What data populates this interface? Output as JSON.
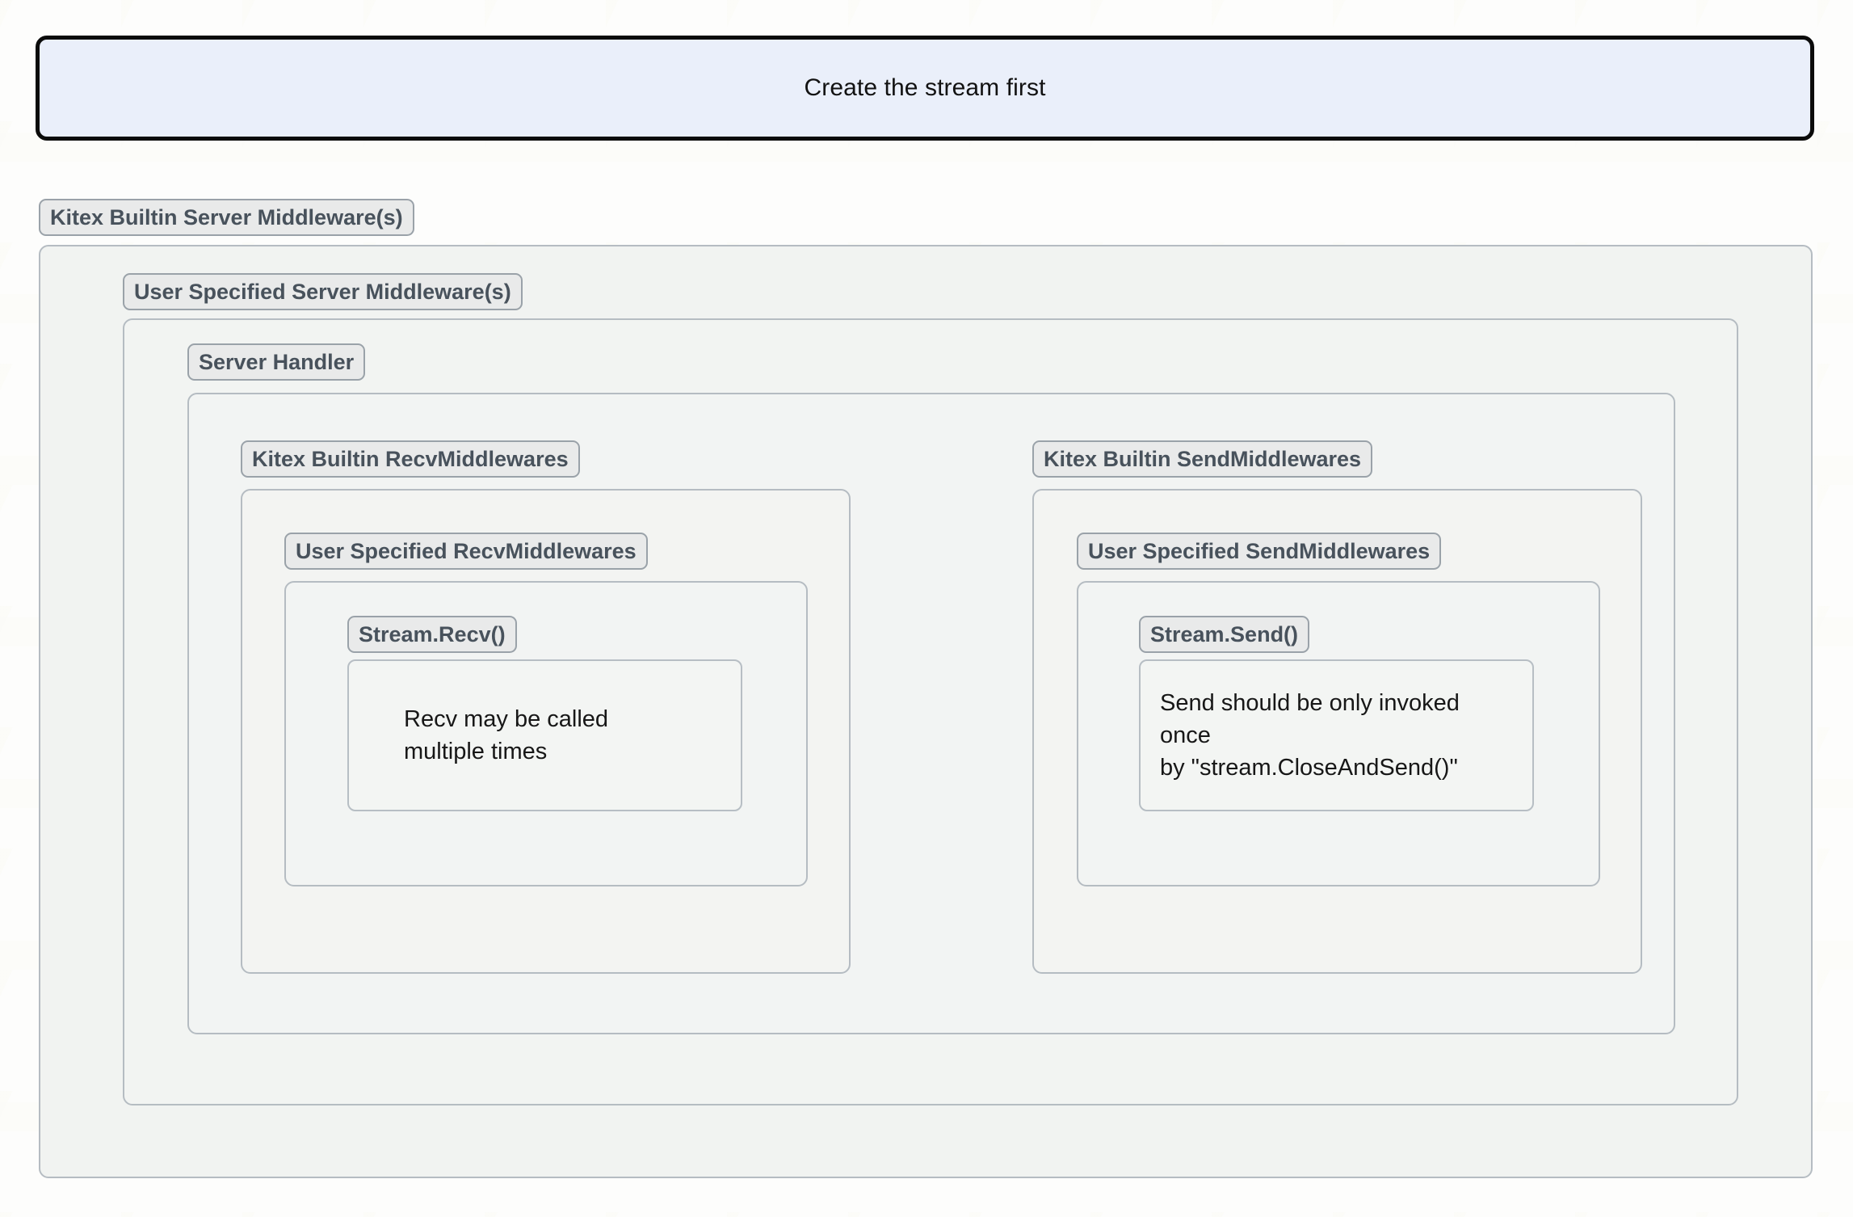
{
  "diagram": {
    "top_note": {
      "text": "Create the stream first",
      "fill_color": "#eaeffa",
      "border_color": "#0b0b0b"
    },
    "groups": {
      "kitex_builtin_server_mw": {
        "label": "Kitex Builtin Server Middleware(s)"
      },
      "user_specified_server_mw": {
        "label": "User Specified Server Middleware(s)"
      },
      "server_handler": {
        "label": "Server Handler"
      },
      "kitex_builtin_recv_mw": {
        "label": "Kitex Builtin RecvMiddlewares"
      },
      "user_specified_recv_mw": {
        "label": "User Specified RecvMiddlewares"
      },
      "stream_recv": {
        "label": "Stream.Recv()"
      },
      "kitex_builtin_send_mw": {
        "label": "Kitex Builtin SendMiddlewares"
      },
      "user_specified_send_mw": {
        "label": "User Specified SendMiddlewares"
      },
      "stream_send": {
        "label": "Stream.Send()"
      }
    },
    "notes": {
      "recv_note": "Recv may be called\nmultiple times",
      "send_note": "Send should be only invoked once\nby \"stream.CloseAndSend()\""
    },
    "colors": {
      "pill_fill": "#e9eaea",
      "pill_border": "#9aa2a9",
      "pill_text": "#48525c",
      "group_border": "#b5bcc2",
      "group_fill": "#f2f4f2",
      "page_background": "#fdfdfc"
    }
  }
}
